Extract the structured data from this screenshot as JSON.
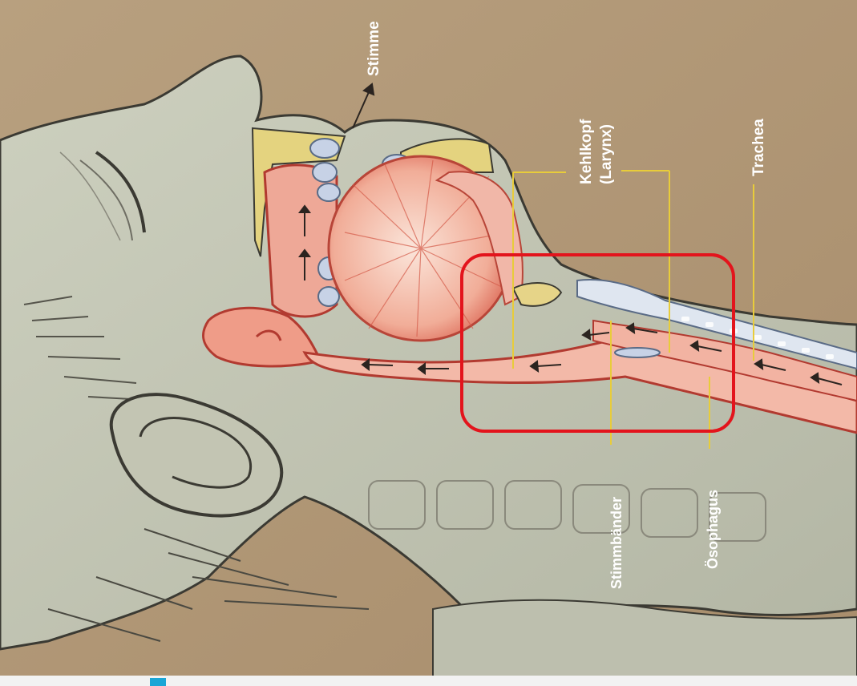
{
  "labels": {
    "stimme": "Stimme",
    "kehlkopf_line1": "Kehlkopf",
    "kehlkopf_line2": "(Larynx)",
    "trachea": "Trachea",
    "stimmbaender": "Stimmbänder",
    "oesophagus": "Ösophagus"
  },
  "colors": {
    "background": "#b59a7a",
    "skin": "#c7c9b8",
    "tissue": "#f0b2a2",
    "tissue_dark": "#c2453a",
    "bone": "#e8d98a",
    "cartilage": "#b9c6dc",
    "label_line": "#e8cc3a",
    "highlight_box": "#e3141c",
    "accent_bar": "#1aa6d6"
  },
  "icons": {
    "airflow": "arrow-icon"
  }
}
